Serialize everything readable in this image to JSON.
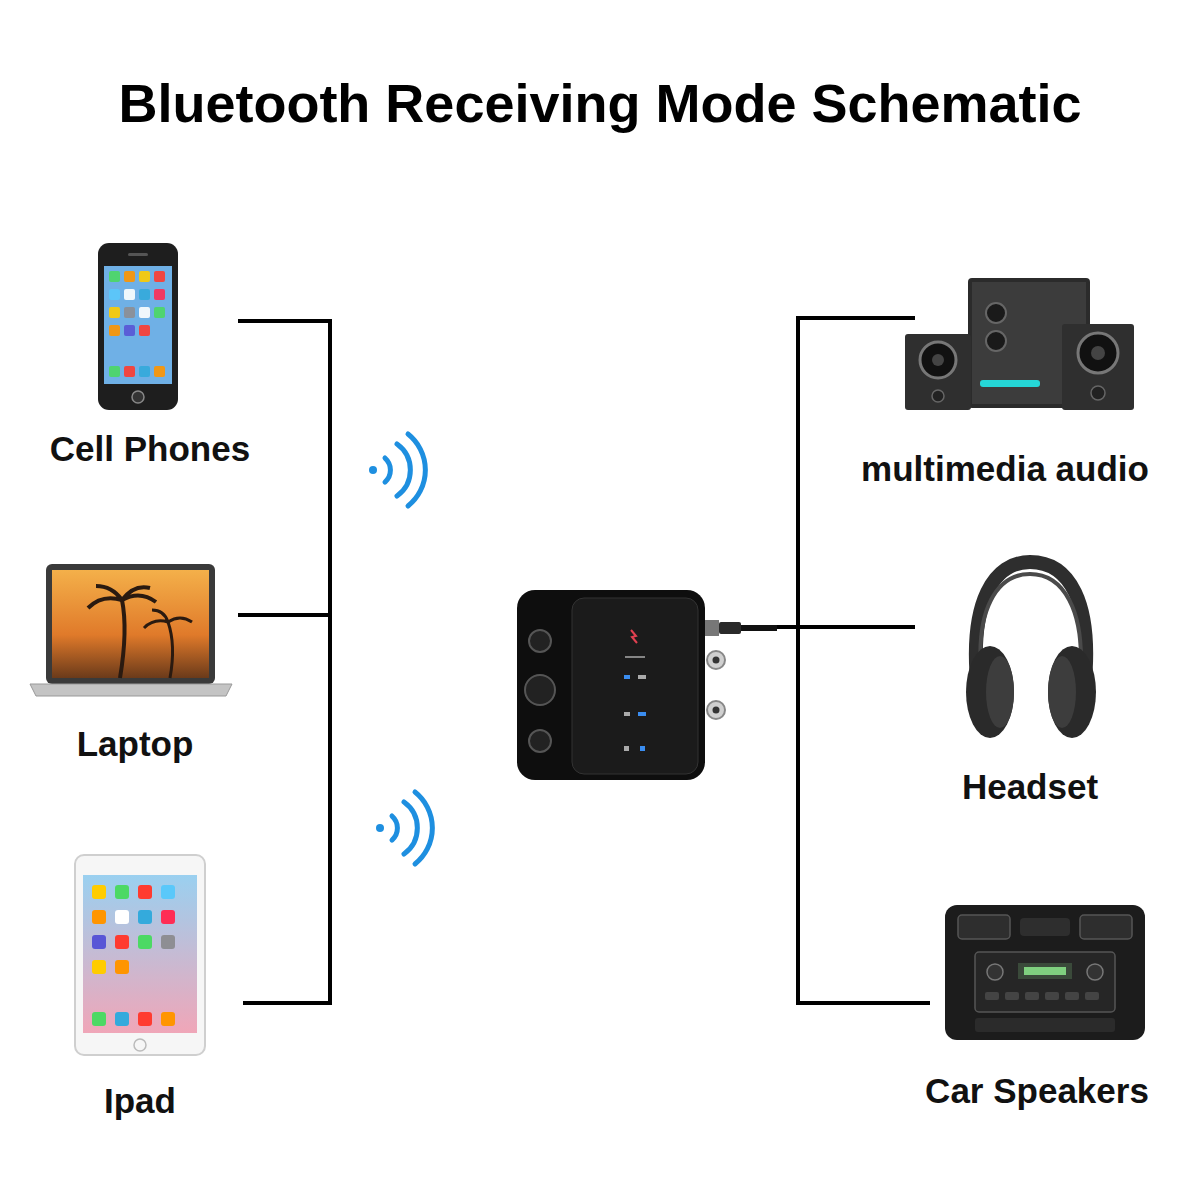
{
  "diagram": {
    "title": "Bluetooth Receiving Mode Schematic",
    "nodes": [
      {
        "text": [
          "Cell Phones"
        ]
      },
      {
        "text": [
          "multimedia audio"
        ]
      },
      {
        "text": [
          "Laptop"
        ]
      },
      {
        "text": [
          "Headset"
        ]
      },
      {
        "text": [
          "Ipad"
        ]
      },
      {
        "text": [
          "Car Speakers"
        ]
      }
    ]
  }
}
